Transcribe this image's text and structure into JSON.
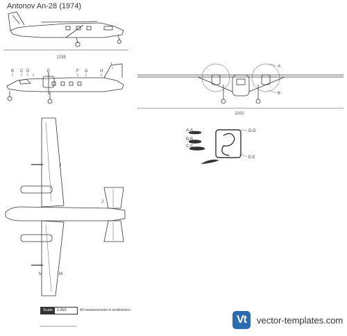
{
  "title": "Antonov An-28 (1974)",
  "dimensions": {
    "length": "1298",
    "span": "2200"
  },
  "side_labels": [
    "B",
    "C",
    "D",
    "E",
    "F",
    "G",
    "H",
    "I"
  ],
  "front_labels": [
    "A",
    "B"
  ],
  "section_labels": [
    "A-A",
    "B-B",
    "C-C",
    "D-D",
    "E-E"
  ],
  "top_labels": [
    "J",
    "J",
    "M",
    "M"
  ],
  "scale": {
    "key": "Scale",
    "value": "1:250"
  },
  "note": "All measurements in centimeters.",
  "logo": {
    "badge": "Vt",
    "text": "vector-templates.com"
  }
}
